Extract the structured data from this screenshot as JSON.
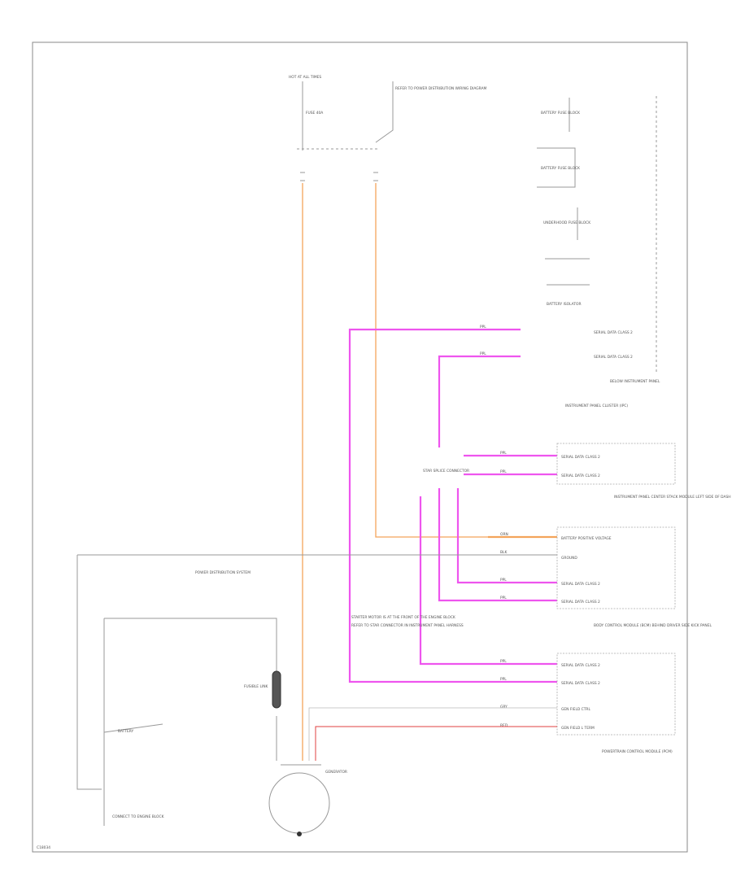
{
  "footer": {
    "ref": "C18034"
  },
  "fuse": {
    "label_top": "HOT AT ALL TIMES",
    "label_fuse": "FUSE 40A"
  },
  "splice_top": {
    "label": "REFER TO POWER DISTRIBUTION WIRING DIAGRAM"
  },
  "legend": {
    "battery_fuse_block": "BATTERY FUSE BLOCK",
    "battery_fuse_2": "BATTERY FUSE BLOCK",
    "underhood_fuse": "UNDERHOOD FUSE BLOCK",
    "battery_isolator": "BATTERY ISOLATOR"
  },
  "ipc": {
    "serial_data_1": "SERIAL DATA CLASS 2",
    "serial_data_2": "SERIAL DATA CLASS 2",
    "cluster_label": "INSTRUMENT PANEL CLUSTER (IPC)",
    "note": "BELOW INSTRUMENT PANEL"
  },
  "junction": {
    "label": "STAR SPLICE CONNECTOR"
  },
  "module1": {
    "row1": "SERIAL DATA CLASS 2",
    "row2": "SERIAL DATA CLASS 2",
    "name": "INSTRUMENT PANEL CENTER STACK MODULE LEFT SIDE OF DASH"
  },
  "module2": {
    "row1": "BATTERY POSITIVE VOLTAGE",
    "row2": "GROUND",
    "row3": "SERIAL DATA CLASS 2",
    "row4": "SERIAL DATA CLASS 2",
    "name": "BODY CONTROL MODULE (BCM) BEHIND DRIVER SIDE KICK PANEL"
  },
  "module3": {
    "row1": "SERIAL DATA CLASS 2",
    "row2": "SERIAL DATA CLASS 2",
    "row3": "GEN FIELD CTRL",
    "row4": "GEN FIELD L TERM",
    "name": "POWERTRAIN CONTROL MODULE (PCM)"
  },
  "generator": {
    "label": "GENERATOR"
  },
  "inline_connector": {
    "label": "REFER TO STAR CONNECTOR IN INSTRUMENT PANEL HARNESS"
  },
  "fusible": {
    "label": "FUSIBLE LINK"
  },
  "battery": {
    "label": "BATTERY"
  },
  "ground": {
    "label": "CONNECT TO ENGINE BLOCK"
  },
  "power_dist": {
    "label": "POWER DISTRIBUTION SYSTEM"
  },
  "note_center": {
    "label": "STARTER MOTOR IS AT THE FRONT OF THE ENGINE BLOCK"
  },
  "wire_labels": {
    "w1": "PPL",
    "w2": "PPL",
    "w3": "PPL",
    "w4": "PPL",
    "w5": "ORN",
    "w6": "BLK",
    "w7": "PPL",
    "w8": "PPL",
    "w9": "PPL",
    "w10": "PPL",
    "w11": "GRY",
    "w12": "RED"
  },
  "colors": {
    "pink": "#ee55ee",
    "orange": "#f4a45a",
    "red": "#e04040"
  }
}
